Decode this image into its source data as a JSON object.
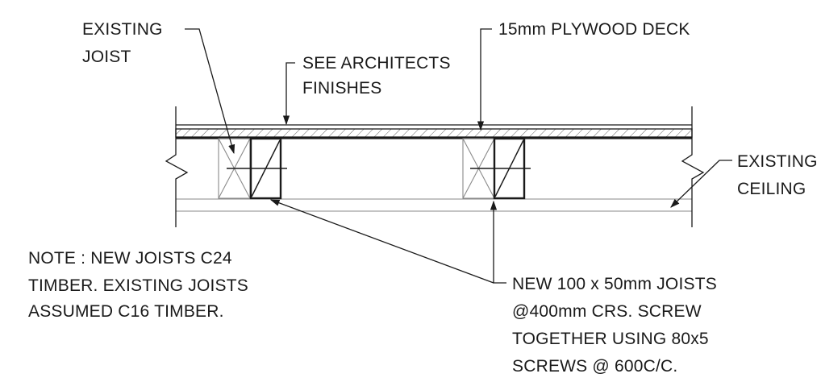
{
  "labels": {
    "existing_joist": [
      "EXISTING",
      "JOIST"
    ],
    "see_architects": [
      "SEE ARCHITECTS",
      "FINISHES"
    ],
    "plywood_deck": "15mm PLYWOOD DECK",
    "existing_ceiling": [
      "EXISTING",
      "CEILING"
    ],
    "note": [
      "NOTE : NEW JOISTS C24",
      "TIMBER. EXISTING JOISTS",
      "ASSUMED C16 TIMBER."
    ],
    "new_joists": [
      "NEW 100 x 50mm JOISTS",
      "@400mm CRS. SCREW",
      "TOGETHER USING 80x5",
      "SCREWS @ 600C/C."
    ]
  },
  "colors": {
    "line": "#1a1a1a",
    "faint": "#8a8a8a"
  }
}
